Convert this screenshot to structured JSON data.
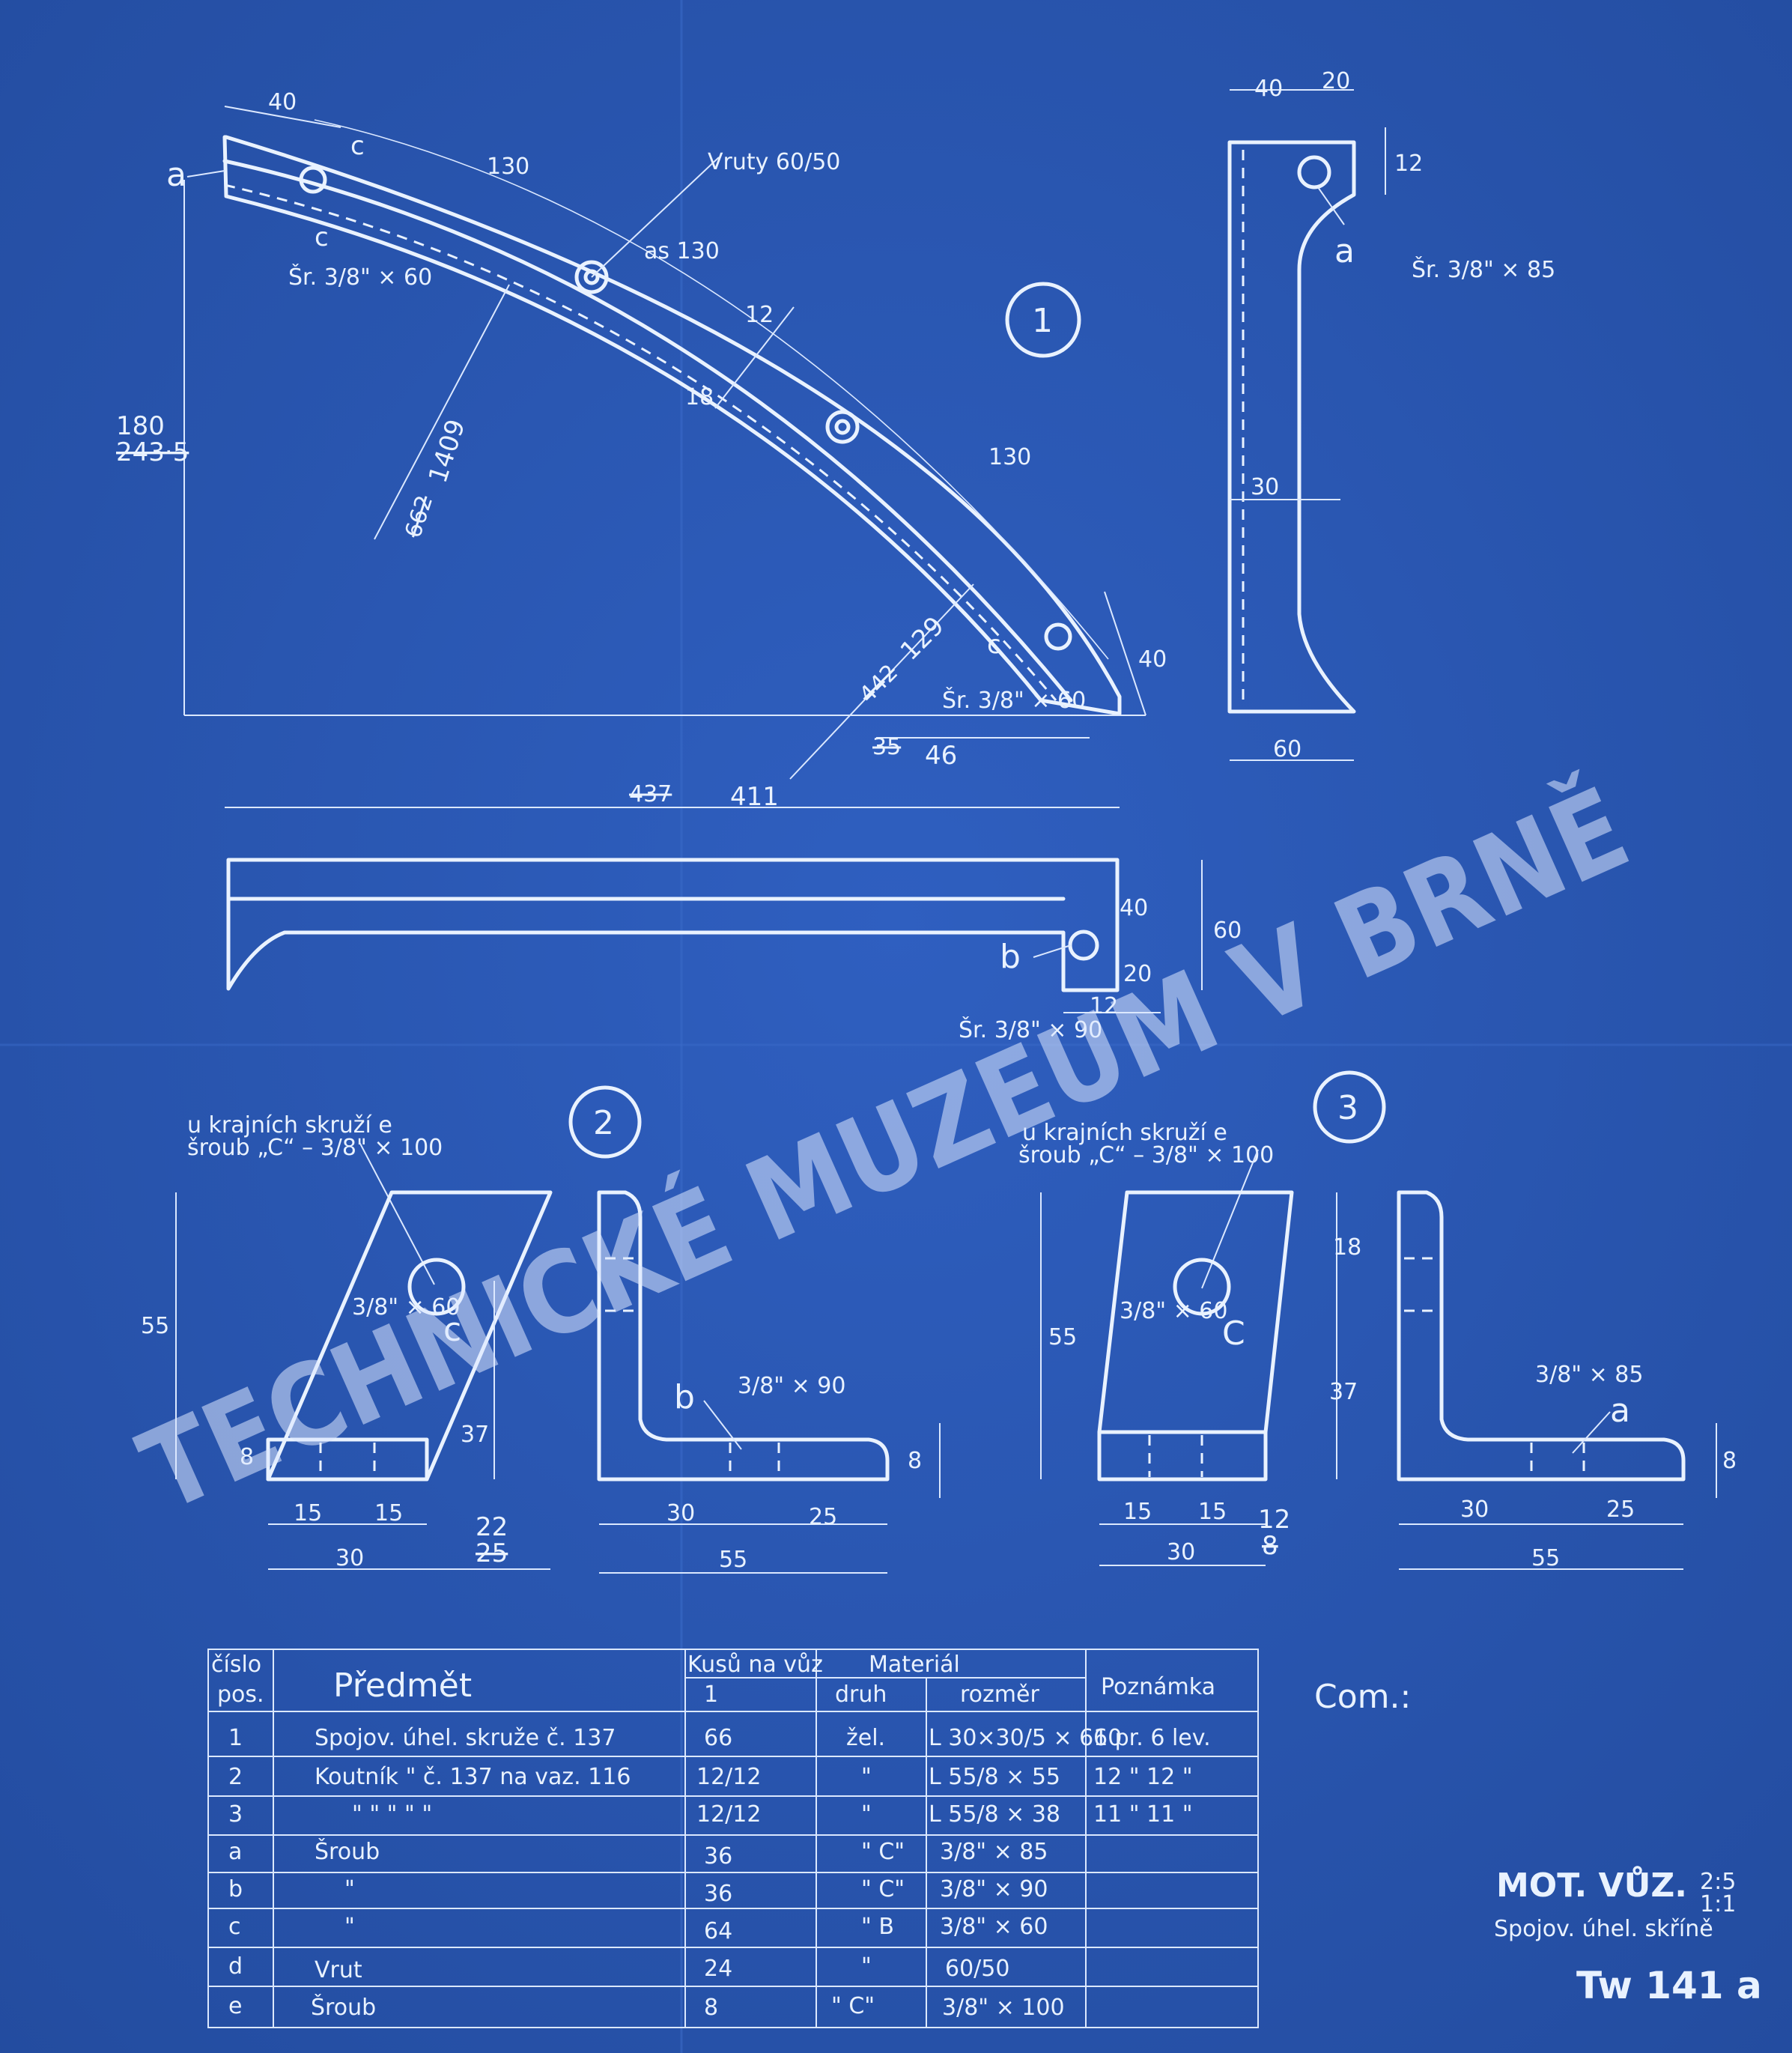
{
  "watermark": "TECHNICKÉ MUZEUM V BRNĚ",
  "colors": {
    "paper": "#2a57b4",
    "ink": "#e9f2ff"
  },
  "view1": {
    "number": "1",
    "dims": {
      "d40_top": "40",
      "d130_a": "130",
      "vruty": "Vruty 60/50",
      "as130": "as 130",
      "d12": "12",
      "d18": "18",
      "d130_b": "130",
      "h180": "180",
      "h243_5": "243·5",
      "r662": "662",
      "r1409": "1409",
      "r442": "442",
      "r129": "129",
      "d40_end": "40",
      "d35": "35",
      "d46": "46",
      "w437": "437",
      "w411": "411"
    },
    "labels": {
      "a": "a",
      "c1": "c",
      "c2": "c",
      "c3": "c",
      "sr1": "Šr. 3/8\" × 60",
      "sr2": "Šr. 3/8\" × 60"
    }
  },
  "view1_side": {
    "d40": "40",
    "d20": "20",
    "d12": "12",
    "label_a": "a",
    "sr": "Šr. 3/8\" × 85",
    "d30": "30",
    "d60": "60"
  },
  "view1_bottom": {
    "d40": "40",
    "d60": "60",
    "d20": "20",
    "d12": "12",
    "label_b": "b",
    "sr": "Šr. 3/8\" × 90"
  },
  "view2": {
    "number": "2",
    "note1": "u krajních skruží e",
    "note2": "šroub „C“ – 3/8\" × 100",
    "bolt": "3/8\" × 60",
    "label_c": "c",
    "h55": "55",
    "h37": "37",
    "h8": "8",
    "w15a": "15",
    "w15b": "15",
    "w30": "30",
    "w22": "22",
    "w25_old": "25",
    "label_b": "b",
    "bolt_b": "3/8\" × 90",
    "s30": "30",
    "s25": "25",
    "s55": "55",
    "s8": "8"
  },
  "view3": {
    "number": "3",
    "note1": "u krajních skruží e",
    "note2": "šroub „C“ – 3/8\" × 100",
    "bolt": "3/8\" × 60",
    "label_c": "C",
    "h18": "18",
    "h55": "55",
    "h37": "37",
    "w15a": "15",
    "w15b": "15",
    "w30": "30",
    "w12": "12",
    "w8_old": "8",
    "bolt_a": "3/8\" × 85",
    "label_a": "a",
    "s30": "30",
    "s25": "25",
    "s55": "55",
    "s8": "8"
  },
  "table": {
    "headers": {
      "cislo": "číslo",
      "pos": "pos.",
      "predmet": "Předmět",
      "kusu": "Kusů na vůz",
      "kusu_sub": "1",
      "material": "Materiál",
      "druh": "druh",
      "rozmer": "rozměr",
      "poznamka": "Poznámka"
    },
    "rows": [
      {
        "pos": "1",
        "predmet": "Spojov. úhel. skruže č. 137",
        "kusu": "66",
        "druh": "žel.",
        "rozmer": "L 30×30/5 × 610",
        "pozn": "6 pr. 6 lev."
      },
      {
        "pos": "2",
        "predmet": "Koutník \" č. 137 na vaz. 116",
        "kusu": "12/12",
        "druh": "\"",
        "rozmer": "L 55/8 × 55",
        "pozn": "12 \" 12 \""
      },
      {
        "pos": "3",
        "predmet": "\" \" \" \" \"",
        "kusu": "12/12",
        "druh": "\"",
        "rozmer": "L 55/8 × 38",
        "pozn": "11 \" 11 \""
      },
      {
        "pos": "a",
        "predmet": "Šroub",
        "kusu": "36",
        "druh": "\" C\"",
        "rozmer": "3/8\" × 85",
        "pozn": ""
      },
      {
        "pos": "b",
        "predmet": "\"",
        "kusu": "36",
        "druh": "\" C\"",
        "rozmer": "3/8\" × 90",
        "pozn": ""
      },
      {
        "pos": "c",
        "predmet": "\"",
        "kusu": "64",
        "druh": "\" B",
        "rozmer": "3/8\" × 60",
        "pozn": ""
      },
      {
        "pos": "d",
        "predmet": "Vrut",
        "kusu": "24",
        "druh": "\"",
        "rozmer": "60/50",
        "pozn": ""
      },
      {
        "pos": "e",
        "predmet": "Šroub",
        "kusu": "8",
        "druh": "\" C\"",
        "rozmer": "3/8\" × 100",
        "pozn": ""
      }
    ]
  },
  "com": "Com.:",
  "titleblock": {
    "title": "MOT. VŮZ.",
    "scale1": "2:5",
    "scale2": "1:1",
    "subtitle": "Spojov. úhel. skříně",
    "drawing_no": "Tw 141 a"
  }
}
